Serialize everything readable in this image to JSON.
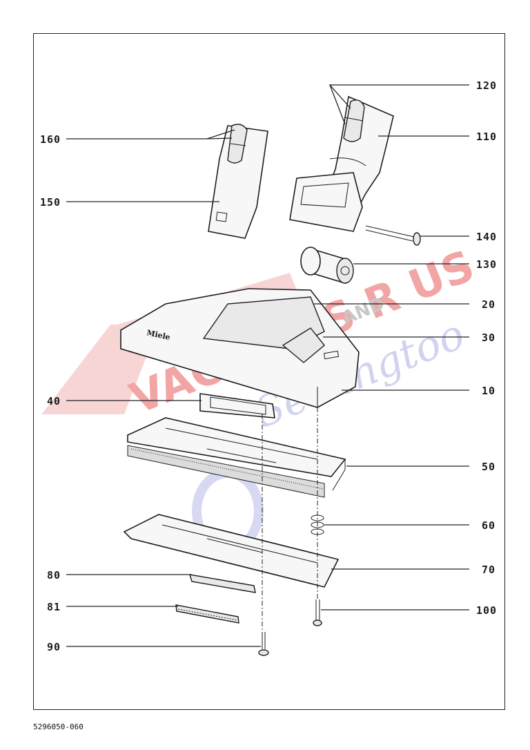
{
  "document_number": "5296050-060",
  "brand_mark": "Miele",
  "watermark": {
    "line1": "VACUUMS R US",
    "line2": "AND",
    "line3": "Sewingtoo",
    "color_red": "#e23b3b",
    "color_blue": "#6f78c8"
  },
  "callouts": [
    {
      "id": "c120",
      "number": "120",
      "side": "right"
    },
    {
      "id": "c110",
      "number": "110",
      "side": "right"
    },
    {
      "id": "c160",
      "number": "160",
      "side": "left"
    },
    {
      "id": "c150",
      "number": "150",
      "side": "left"
    },
    {
      "id": "c140",
      "number": "140",
      "side": "right"
    },
    {
      "id": "c130",
      "number": "130",
      "side": "right"
    },
    {
      "id": "c20",
      "number": "20",
      "side": "right"
    },
    {
      "id": "c30",
      "number": "30",
      "side": "right"
    },
    {
      "id": "c10",
      "number": "10",
      "side": "right"
    },
    {
      "id": "c40",
      "number": "40",
      "side": "left"
    },
    {
      "id": "c50",
      "number": "50",
      "side": "right"
    },
    {
      "id": "c60",
      "number": "60",
      "side": "right"
    },
    {
      "id": "c70",
      "number": "70",
      "side": "right"
    },
    {
      "id": "c80",
      "number": "80",
      "side": "left"
    },
    {
      "id": "c81",
      "number": "81",
      "side": "left"
    },
    {
      "id": "c100",
      "number": "100",
      "side": "right"
    },
    {
      "id": "c90",
      "number": "90",
      "side": "left"
    }
  ]
}
